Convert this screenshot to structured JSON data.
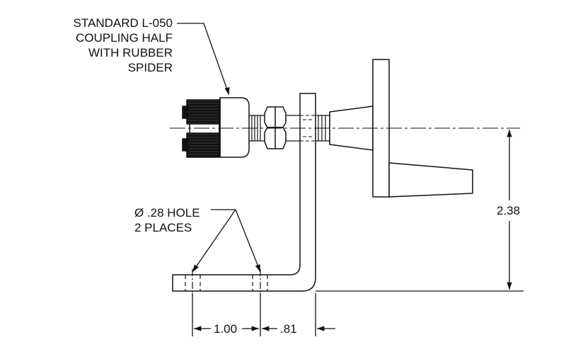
{
  "drawing": {
    "coupling_note": {
      "lines": [
        "STANDARD L-050",
        "COUPLING HALF",
        "WITH RUBBER",
        "SPIDER"
      ]
    },
    "hole_note": {
      "lines": [
        "Ø .28 HOLE",
        "2 PLACES"
      ]
    },
    "dimensions": {
      "height": "2.38",
      "hole_spacing": "1.00",
      "offset": ".81"
    }
  }
}
